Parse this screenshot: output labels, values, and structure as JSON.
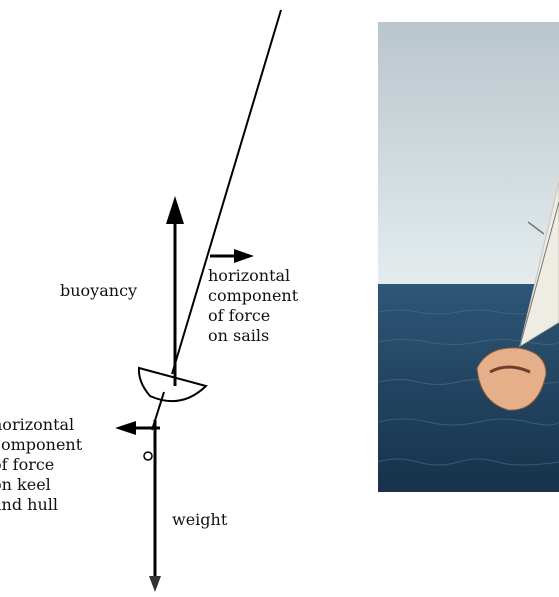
{
  "labels": {
    "buoyancy": "buoyancy",
    "sails": "horizontal\ncomponent\nof force\non sails",
    "keel": "horizontal\ncomponent\nof force\non keel\nand hull",
    "weight": "weight"
  },
  "photo": {
    "colors": {
      "sky_top": "#b9c6cc",
      "sky_bottom": "#e4ecee",
      "sea": "#1f3e5a",
      "hull": "#e5b089",
      "sail": "#efece4"
    }
  }
}
